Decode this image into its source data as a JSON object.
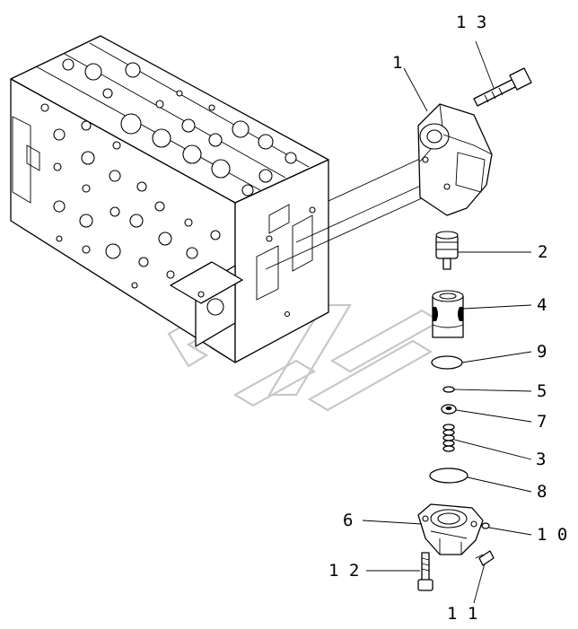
{
  "callouts": [
    {
      "id": "c1",
      "text": "1"
    },
    {
      "id": "c2",
      "text": "2"
    },
    {
      "id": "c3",
      "text": "3"
    },
    {
      "id": "c4",
      "text": "4"
    },
    {
      "id": "c5",
      "text": "5"
    },
    {
      "id": "c6",
      "text": "6"
    },
    {
      "id": "c7",
      "text": "7"
    },
    {
      "id": "c8",
      "text": "8"
    },
    {
      "id": "c9",
      "text": "9"
    },
    {
      "id": "c10",
      "text": "1 0"
    },
    {
      "id": "c11",
      "text": "1 1"
    },
    {
      "id": "c12",
      "text": "1 2"
    },
    {
      "id": "c13",
      "text": "1 3"
    }
  ]
}
